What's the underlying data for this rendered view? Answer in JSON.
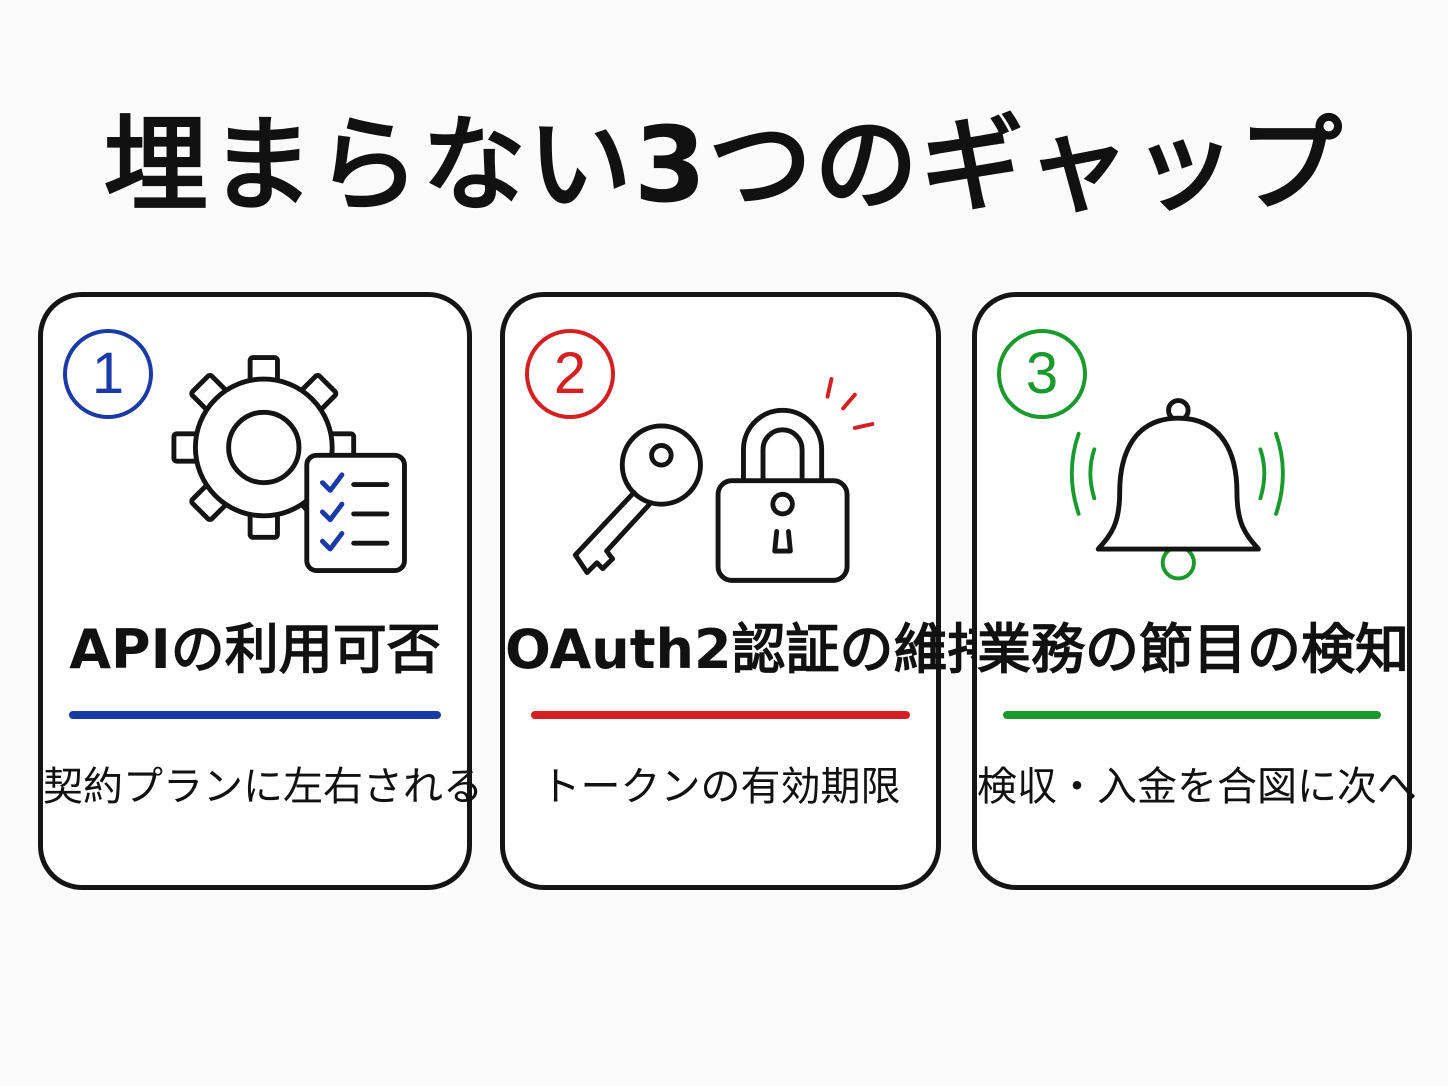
{
  "title": "埋まらない3つのギャップ",
  "colors": {
    "blue": "#1a3aa8",
    "red": "#d42020",
    "green": "#1a9a2c",
    "ink": "#141414"
  },
  "cards": [
    {
      "number": "1",
      "icon": "gear-checklist-icon",
      "title": "APIの利用可否",
      "subtitle": "契約プランに左右される"
    },
    {
      "number": "2",
      "icon": "key-lock-icon",
      "title": "OAuth2認証の維持",
      "subtitle": "トークンの有効期限"
    },
    {
      "number": "3",
      "icon": "bell-icon",
      "title": "業務の節目の検知",
      "subtitle": "検収・入金を合図に次へ"
    }
  ]
}
